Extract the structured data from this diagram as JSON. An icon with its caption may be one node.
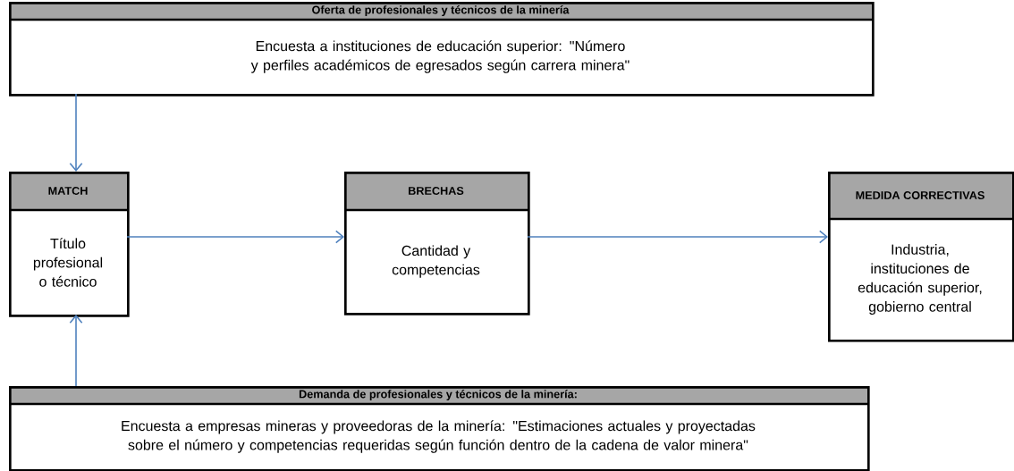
{
  "diagram": {
    "nodes": [
      {
        "text": [
          "Oferta de profesionales y técnicos de la minería",
          "Encuesta a instituciones de educación superior: \"Número y perfiles académicos de egresados según carrera minera\""
        ]
      },
      {
        "text": [
          "MATCH",
          "Título profesional o técnico"
        ]
      },
      {
        "text": [
          "BRECHAS",
          "Cantidad y competencias"
        ]
      },
      {
        "text": [
          "MEDIDA CORRECTIVAS",
          "Industria, instituciones de educación superior, gobierno central"
        ]
      },
      {
        "text": [
          "Demanda de profesionales y técnicos de la minería:",
          "Encuesta a empresas mineras y proveedoras de la minería: \"Estimaciones actuales y proyectadas sobre el número y competencias requeridas según función dentro de la cadena de valor minera\""
        ]
      }
    ],
    "edges": [
      {
        "from": 0,
        "to": 1,
        "arrow": "to"
      },
      {
        "from": 4,
        "to": 1,
        "arrow": "to"
      },
      {
        "from": 1,
        "to": 2,
        "arrow": "to"
      },
      {
        "from": 2,
        "to": 3,
        "arrow": "to"
      }
    ]
  }
}
